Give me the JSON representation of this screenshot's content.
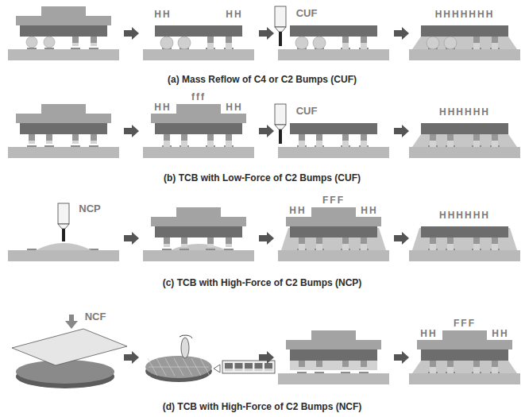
{
  "diagram": {
    "labels": [
      "HH",
      "HH",
      "CUF",
      "HHHHHHH",
      "(a) Mass Reflow of C4 or C2 Bumps (CUF)",
      "HH",
      "fff",
      "HH",
      "CUF",
      "HHHHHH",
      "(b) TCB with Low-Force of C2 Bumps (CUF)",
      "NCP",
      "HH",
      "FFF",
      "HH",
      "HHHHHH",
      "(c) TCB with High-Force of C2 Bumps (NCP)",
      "NCF",
      "HH",
      "FFF",
      "HH",
      "(d) TCB with High-Force of C2 Bumps (NCF)"
    ]
  }
}
